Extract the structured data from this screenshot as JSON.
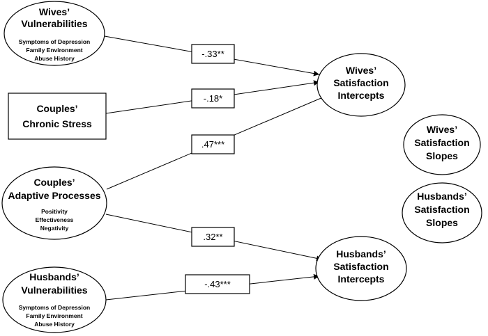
{
  "nodes": {
    "wives_vulnerabilities": {
      "title": [
        "Wives’",
        "Vulnerabilities"
      ],
      "items": [
        "Symptoms of Depression",
        "Family Environment",
        "Abuse History"
      ]
    },
    "couples_chronic_stress": {
      "title": [
        "Couples’",
        "Chronic Stress"
      ]
    },
    "couples_adaptive_processes": {
      "title": [
        "Couples’",
        "Adaptive Processes"
      ],
      "items": [
        "Positivity",
        "Effectiveness",
        "Negativity"
      ]
    },
    "husbands_vulnerabilities": {
      "title": [
        "Husbands’",
        "Vulnerabilities"
      ],
      "items": [
        "Symptoms of Depression",
        "Family Environment",
        "Abuse History"
      ]
    },
    "wives_satisfaction_intercepts": {
      "title": [
        "Wives’",
        "Satisfaction",
        "Intercepts"
      ]
    },
    "husbands_satisfaction_intercepts": {
      "title": [
        "Husbands’",
        "Satisfaction",
        "Intercepts"
      ]
    },
    "wives_satisfaction_slopes": {
      "title": [
        "Wives’",
        "Satisfaction",
        "Slopes"
      ]
    },
    "husbands_satisfaction_slopes": {
      "title": [
        "Husbands’",
        "Satisfaction",
        "Slopes"
      ]
    }
  },
  "paths": {
    "wives_vuln_to_wives_int": "-.33**",
    "stress_to_wives_int": "-.18*",
    "adaptive_to_wives_int": ".47***",
    "adaptive_to_husbands_int": ".32**",
    "husbands_vuln_to_husbands_int": "-.43***"
  }
}
